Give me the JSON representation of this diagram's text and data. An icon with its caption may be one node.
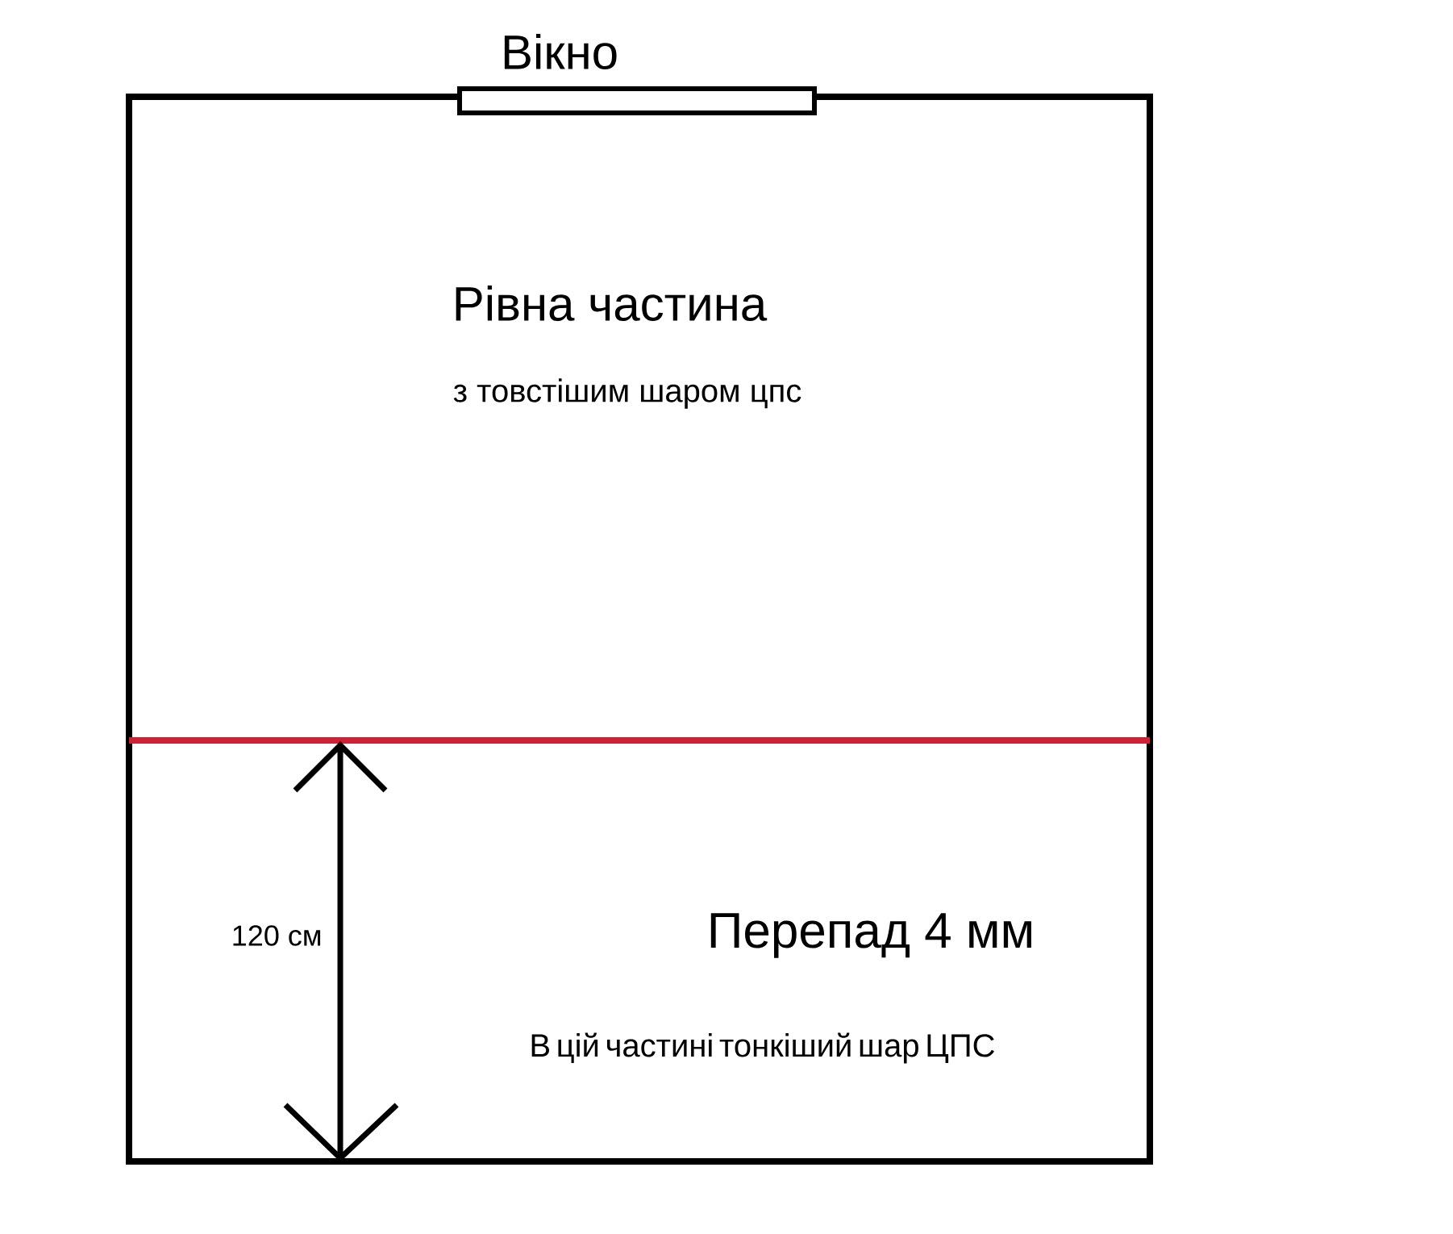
{
  "diagram": {
    "nodes": [
      {
        "text": [
          "Вікно"
        ]
      },
      {
        "text": [
          "Рівна частина",
          "з товстішим шаром цпс"
        ]
      },
      {
        "text": [
          "Перепад 4 мм",
          "В цій частині тонкіший шар ЦПС"
        ]
      }
    ],
    "labels": [
      "120 см"
    ]
  }
}
